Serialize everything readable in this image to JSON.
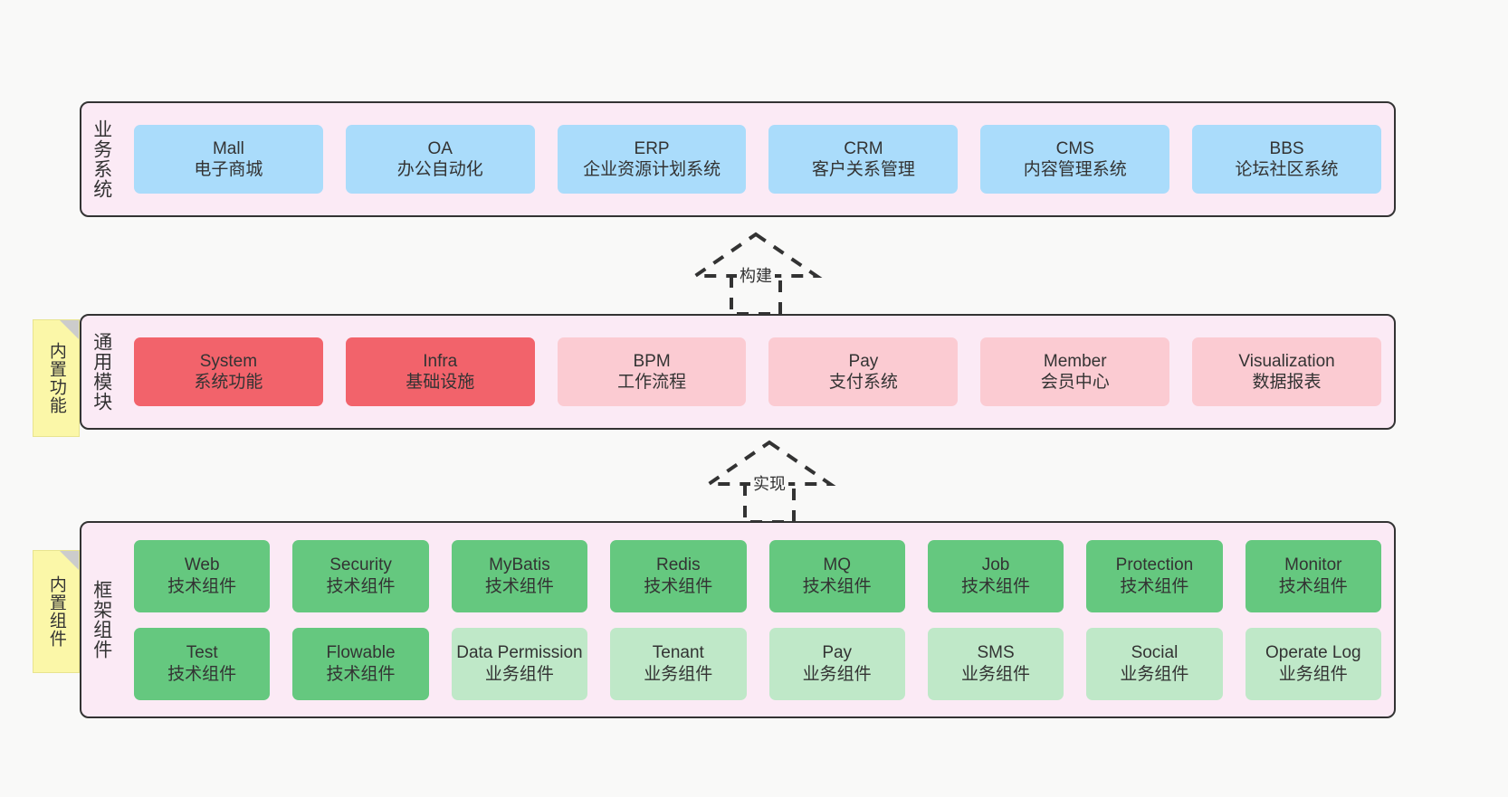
{
  "diagram": {
    "background_color": "#f9f9f8",
    "panel_color": "#fbeaf5",
    "panel_border_color": "#333333",
    "sticky_color": "#fbf7a8"
  },
  "business_layer": {
    "title": "业务系统",
    "accent": "#aadcfb",
    "cards": [
      {
        "en": "Mall",
        "cn": "电子商城"
      },
      {
        "en": "OA",
        "cn": "办公自动化"
      },
      {
        "en": "ERP",
        "cn": "企业资源计划系统"
      },
      {
        "en": "CRM",
        "cn": "客户关系管理"
      },
      {
        "en": "CMS",
        "cn": "内容管理系统"
      },
      {
        "en": "BBS",
        "cn": "论坛社区系统"
      }
    ]
  },
  "connector_build": {
    "label": "构建",
    "style": "dashed-generalization-arrow"
  },
  "module_layer": {
    "title": "通用模块",
    "sticky": "内置功能",
    "accent_strong": "#f2636b",
    "accent_light": "#fbcbd2",
    "cards": [
      {
        "en": "System",
        "cn": "系统功能"
      },
      {
        "en": "Infra",
        "cn": "基础设施"
      },
      {
        "en": "BPM",
        "cn": "工作流程"
      },
      {
        "en": "Pay",
        "cn": "支付系统"
      },
      {
        "en": "Member",
        "cn": "会员中心"
      },
      {
        "en": "Visualization",
        "cn": "数据报表"
      }
    ]
  },
  "connector_impl": {
    "label": "实现",
    "style": "dashed-generalization-arrow"
  },
  "framework_layer": {
    "title": "框架组件",
    "sticky": "内置组件",
    "accent_strong": "#65c87f",
    "accent_light": "#bfe8c8",
    "row1": [
      {
        "en": "Web",
        "cn": "技术组件"
      },
      {
        "en": "Security",
        "cn": "技术组件"
      },
      {
        "en": "MyBatis",
        "cn": "技术组件"
      },
      {
        "en": "Redis",
        "cn": "技术组件"
      },
      {
        "en": "MQ",
        "cn": "技术组件"
      },
      {
        "en": "Job",
        "cn": "技术组件"
      },
      {
        "en": "Protection",
        "cn": "技术组件"
      },
      {
        "en": "Monitor",
        "cn": "技术组件"
      }
    ],
    "row2": [
      {
        "en": "Test",
        "cn": "技术组件"
      },
      {
        "en": "Flowable",
        "cn": "技术组件"
      },
      {
        "en": "Data Permission",
        "cn": "业务组件"
      },
      {
        "en": "Tenant",
        "cn": "业务组件"
      },
      {
        "en": "Pay",
        "cn": "业务组件"
      },
      {
        "en": "SMS",
        "cn": "业务组件"
      },
      {
        "en": "Social",
        "cn": "业务组件"
      },
      {
        "en": "Operate Log",
        "cn": "业务组件"
      }
    ]
  }
}
